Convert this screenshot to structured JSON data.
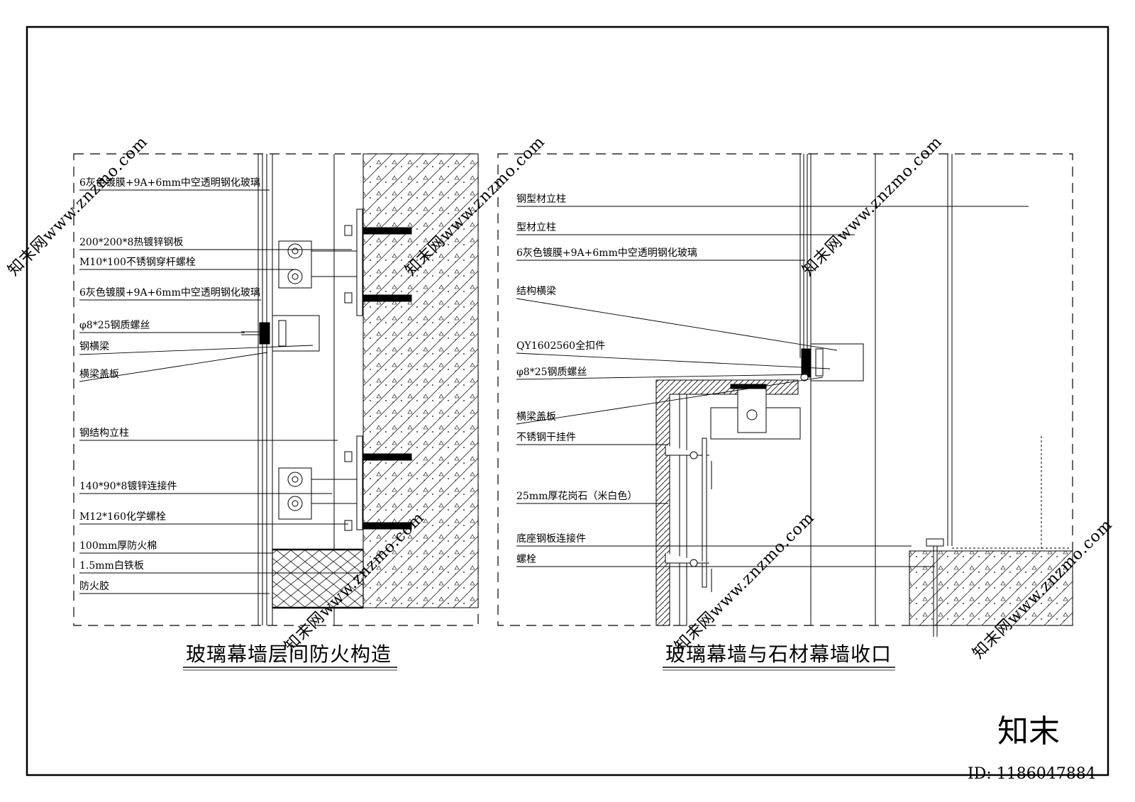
{
  "left_detail": {
    "title": "玻璃幕墙层间防火构造",
    "labels": [
      "6灰色镀膜+9A+6mm中空透明钢化玻璃",
      "200*200*8热镀锌钢板",
      "M10*100不锈钢穿杆螺栓",
      "6灰色镀膜+9A+6mm中空透明钢化玻璃",
      "φ8*25钢质螺丝",
      "钢横梁",
      "横梁盖板",
      "钢结构立柱",
      "140*90*8镀锌连接件",
      "M12*160化学螺栓",
      "100mm厚防火棉",
      "1.5mm白铁板",
      "防火胶"
    ]
  },
  "right_detail": {
    "title": "玻璃幕墙与石材幕墙收口",
    "labels": [
      "钢型材立柱",
      "型材立柱",
      "6灰色镀膜+9A+6mm中空透明钢化玻璃",
      "结构横梁",
      "QY1602560全扣件",
      "φ8*25钢质螺丝",
      "横梁盖板",
      "不锈钢干挂件",
      "25mm厚花岗石（米白色）",
      "底座钢板连接件",
      "螺栓"
    ]
  },
  "watermark": {
    "text": "知末网www.znzmo.com",
    "brand": "知末",
    "id_text": "ID: 1186047884"
  },
  "colors": {
    "line": "#000000",
    "watermark": "#d0d0d0"
  }
}
